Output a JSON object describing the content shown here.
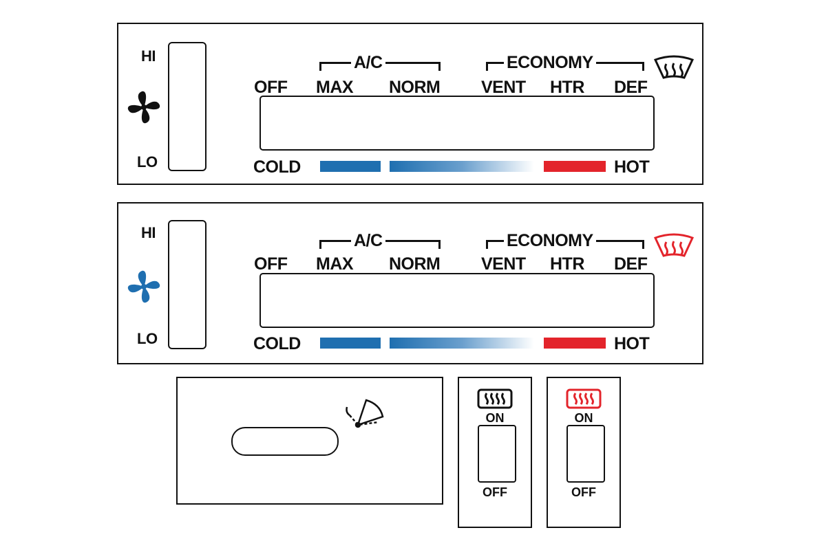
{
  "colors": {
    "ink": "#111111",
    "cold": "#1f6fb0",
    "hot": "#e3242b"
  },
  "panels": [
    {
      "fan": {
        "hi": "HI",
        "lo": "LO",
        "icon": "fan-icon",
        "icon_color": "#111111"
      },
      "ac_label": "A/C",
      "economy_label": "ECONOMY",
      "modes": {
        "off": "OFF",
        "max": "MAX",
        "norm": "NORM",
        "vent": "VENT",
        "htr": "HTR",
        "def": "DEF"
      },
      "defrost_icon_color": "#111111",
      "temp": {
        "cold": "COLD",
        "hot": "HOT"
      }
    },
    {
      "fan": {
        "hi": "HI",
        "lo": "LO",
        "icon": "fan-icon",
        "icon_color": "#1f6fb0"
      },
      "ac_label": "A/C",
      "economy_label": "ECONOMY",
      "modes": {
        "off": "OFF",
        "max": "MAX",
        "norm": "NORM",
        "vent": "VENT",
        "htr": "HTR",
        "def": "DEF"
      },
      "defrost_icon_color": "#e3242b",
      "temp": {
        "cold": "COLD",
        "hot": "HOT"
      }
    }
  ],
  "wiper_panel": {
    "icon": "wiper-icon"
  },
  "switches": [
    {
      "on": "ON",
      "off": "OFF",
      "icon": "rear-defrost-icon",
      "icon_color": "#111111"
    },
    {
      "on": "ON",
      "off": "OFF",
      "icon": "rear-defrost-icon",
      "icon_color": "#e3242b"
    }
  ]
}
